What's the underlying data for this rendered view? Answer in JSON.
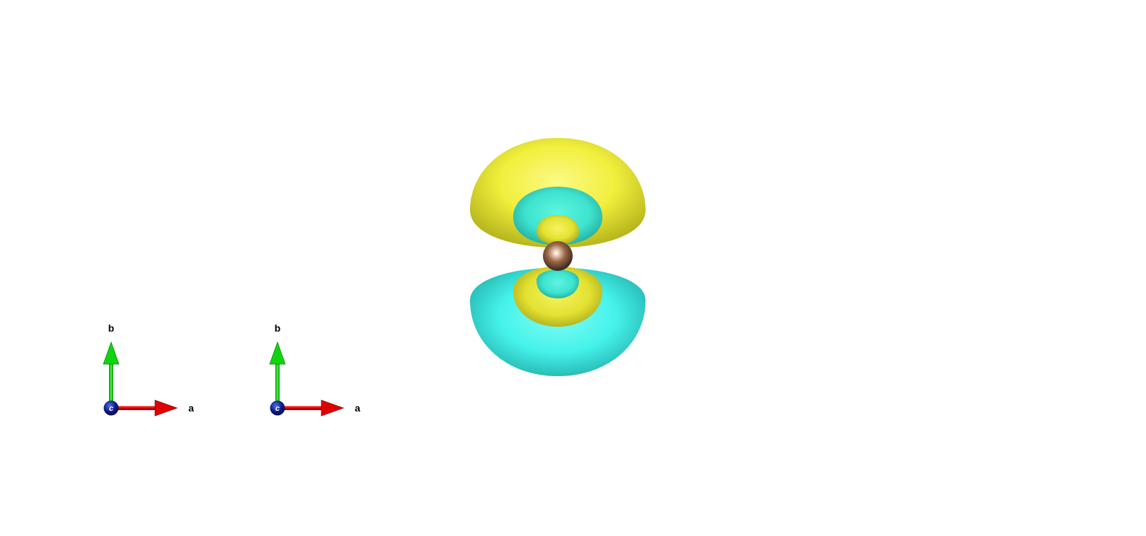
{
  "scene": {
    "background": "#ffffff",
    "atom": {
      "element_color": "#8b5a3c",
      "highlight_color": "#f4e0d0"
    },
    "isosurface": {
      "positive_color": "#f2f032",
      "negative_color": "#3ff0e6"
    }
  },
  "axes": [
    {
      "a_label": "a",
      "b_label": "b",
      "c_label": "c",
      "a_color": "#e00000",
      "b_color": "#00c800",
      "c_color": "#001a8a"
    },
    {
      "a_label": "a",
      "b_label": "b",
      "c_label": "c",
      "a_color": "#e00000",
      "b_color": "#00c800",
      "c_color": "#001a8a"
    }
  ]
}
